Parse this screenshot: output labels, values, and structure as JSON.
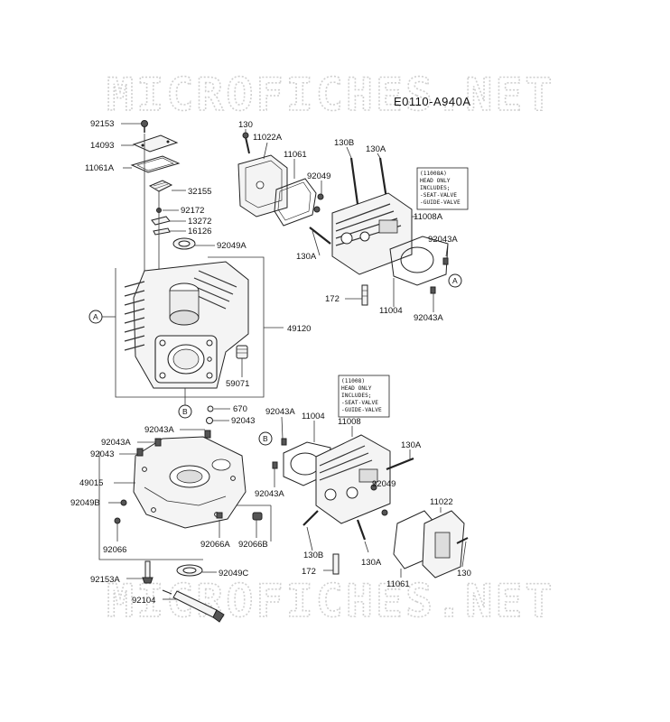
{
  "diagram_code": "E0110-A940A",
  "watermark": {
    "top": "MICROFICHES.NET",
    "bottom": "MICROFICHES.NET"
  },
  "notes": {
    "upper": [
      "(11008A)",
      "HEAD ONLY",
      "INCLUDES;",
      "-SEAT-VALVE",
      "-GUIDE-VALVE"
    ],
    "lower": [
      "(11008)",
      "HEAD ONLY",
      "INCLUDES;",
      "-SEAT-VALVE",
      "-GUIDE-VALVE"
    ]
  },
  "callouts": {
    "A_left": "A",
    "A_right": "A",
    "B_left": "B",
    "B_right": "B"
  },
  "parts": {
    "p92153": "92153",
    "p14093": "14093",
    "p11061A": "11061A",
    "p32155": "32155",
    "p92172": "92172",
    "p13272": "13272",
    "p16126": "16126",
    "p92049A": "92049A",
    "p49120": "49120",
    "p59071": "59071",
    "p670": "670",
    "p92043_mid": "92043",
    "p92043A_mid": "92043A",
    "p92043A_left": "92043A",
    "p92043_left": "92043",
    "p49015": "49015",
    "p92049B": "92049B",
    "p92066": "92066",
    "p92066A": "92066A",
    "p92066B": "92066B",
    "p92153A": "92153A",
    "p92049C": "92049C",
    "p92104": "92104",
    "p130_top": "130",
    "p11022A": "11022A",
    "p11061_top": "11061",
    "p130B_top": "130B",
    "p130A_top": "130A",
    "p92049_top": "92049",
    "p11008A": "11008A",
    "p130A_mid": "130A",
    "p92043A_r1": "92043A",
    "p172_top": "172",
    "p11004_top": "11004",
    "p92043A_r2": "92043A",
    "p92043A_low1": "92043A",
    "p11004_low": "11004",
    "p11008": "11008",
    "p130A_low": "130A",
    "p92049_low": "92049",
    "p92043A_low2": "92043A",
    "p11022": "11022",
    "p130B_low": "130B",
    "p130A_low2": "130A",
    "p172_low": "172",
    "p11061_low": "11061",
    "p130_low": "130"
  }
}
